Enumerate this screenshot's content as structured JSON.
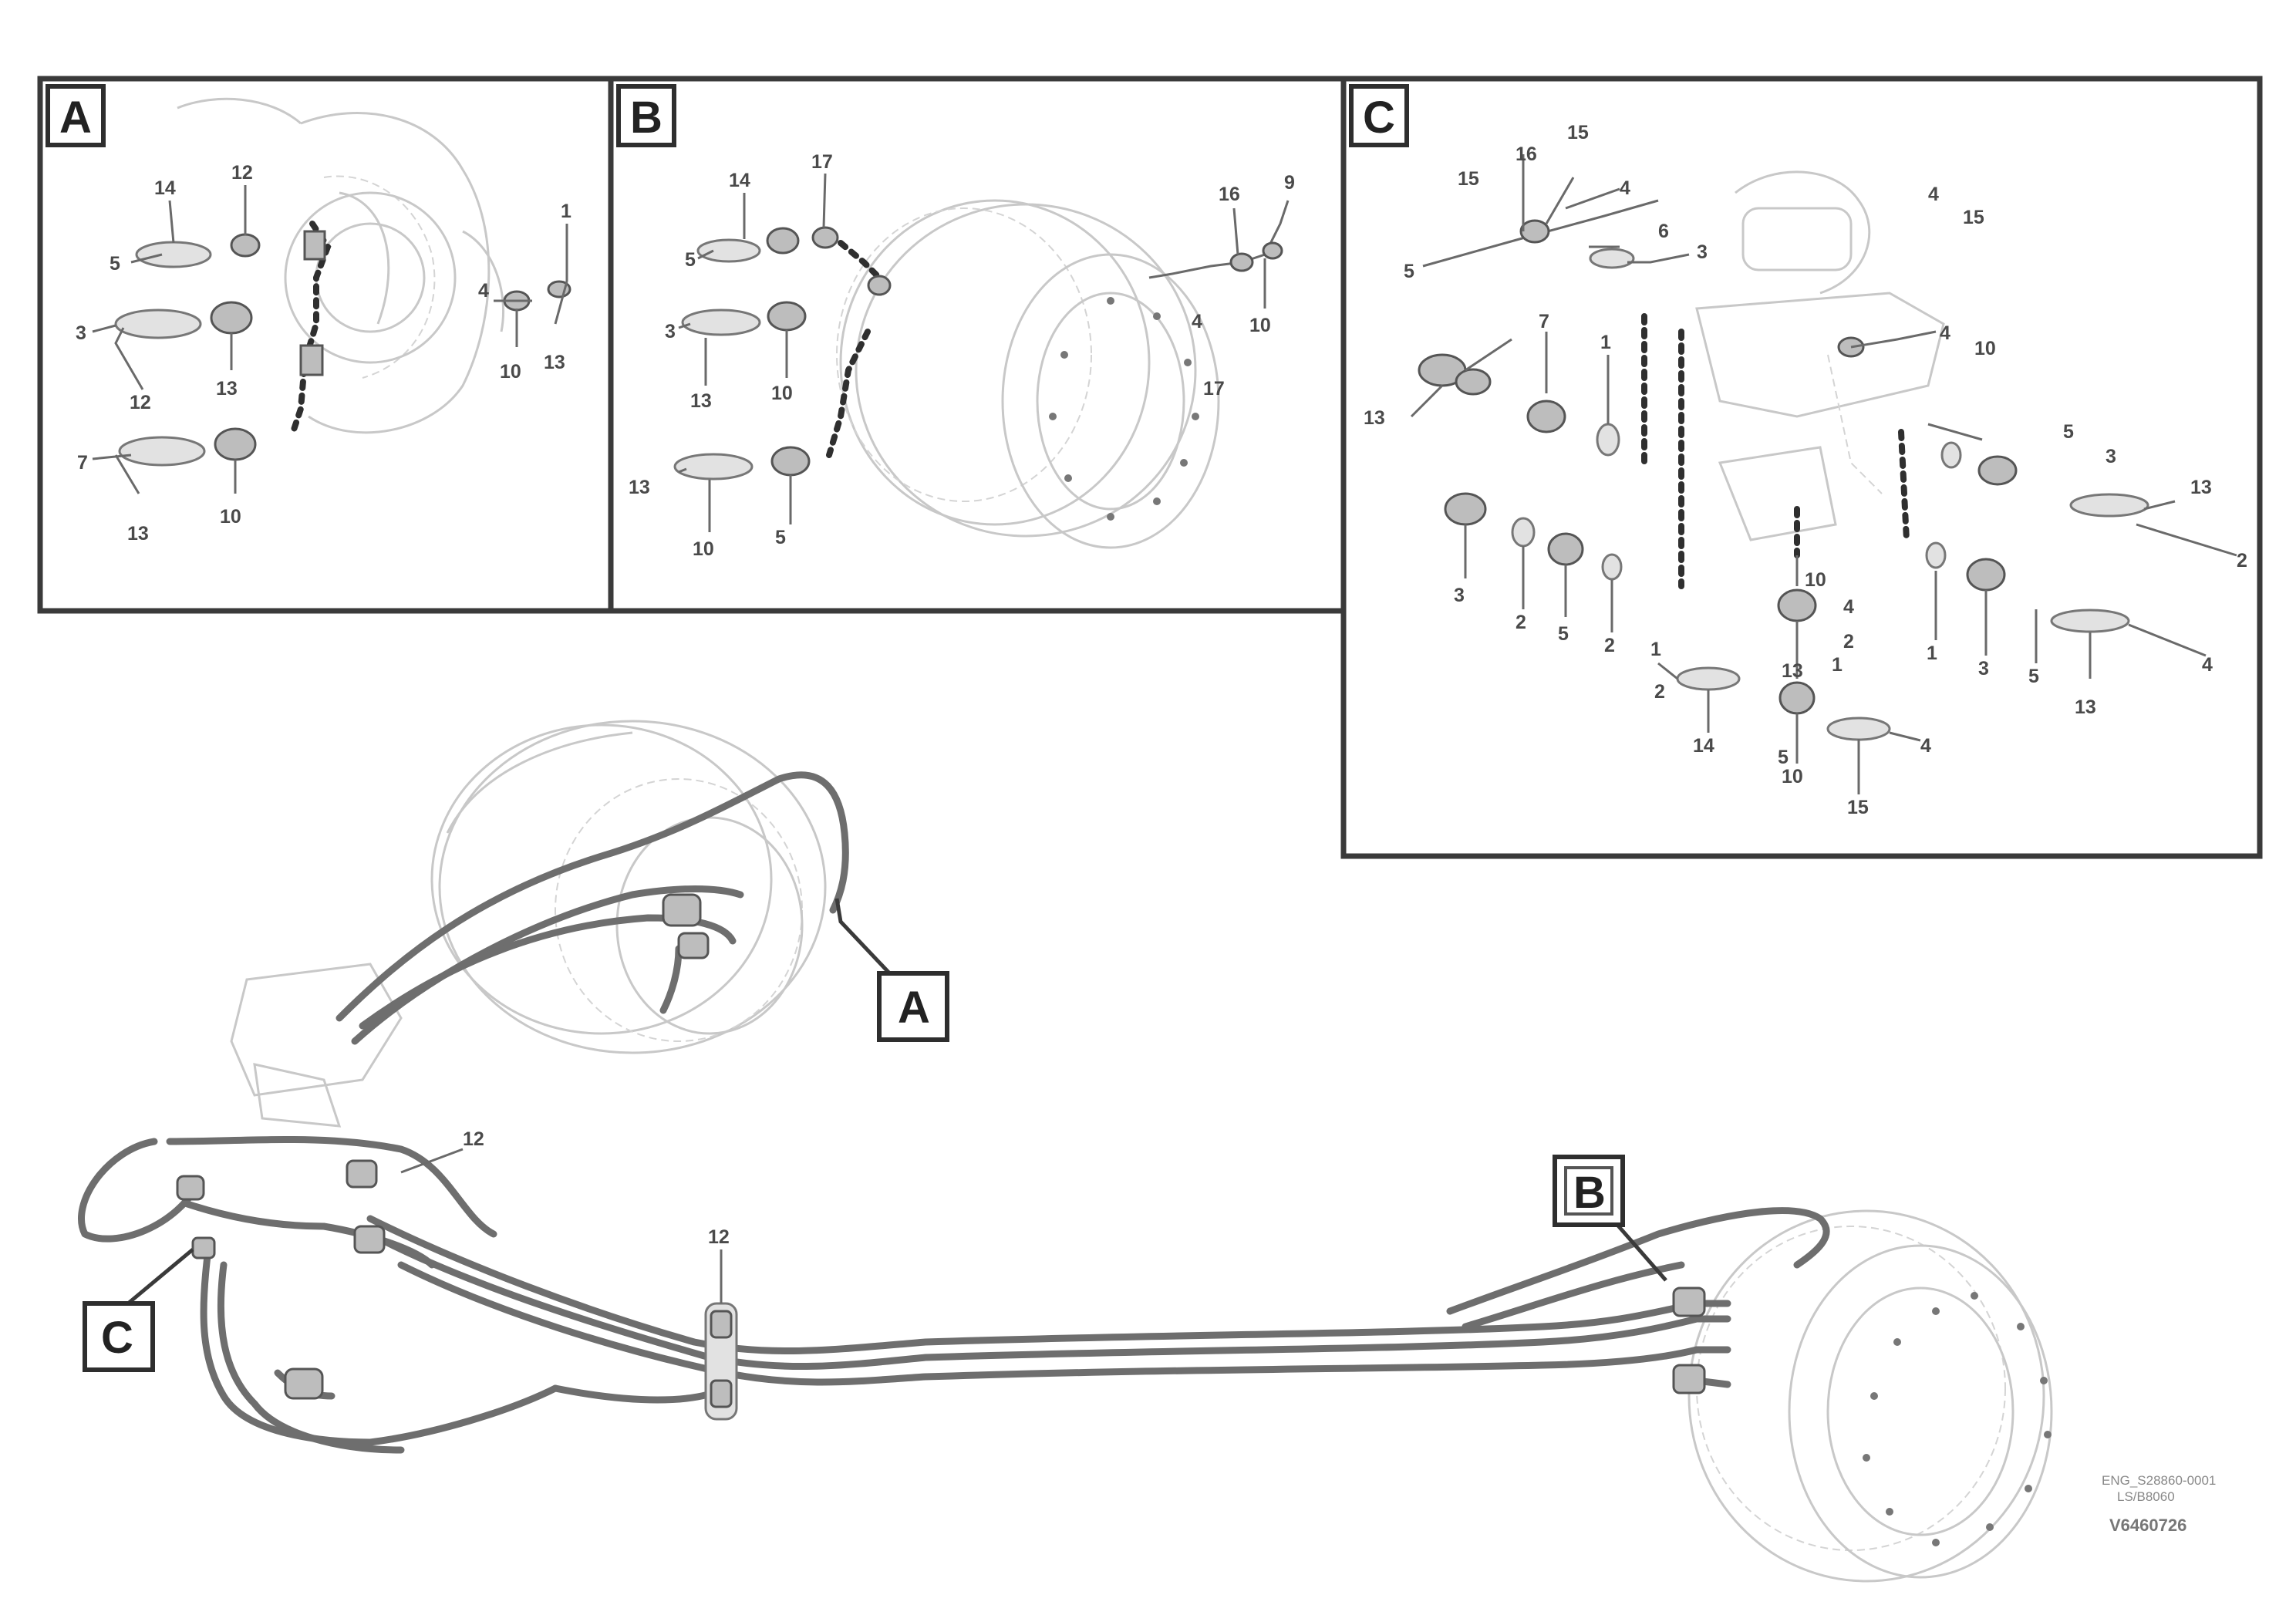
{
  "detail_views": [
    {
      "id": "A",
      "label": "A"
    },
    {
      "id": "B",
      "label": "B"
    },
    {
      "id": "C",
      "label": "C"
    }
  ],
  "callouts": [
    {
      "id": "A",
      "label": "A"
    },
    {
      "id": "B",
      "label": "B"
    },
    {
      "id": "C",
      "label": "C"
    }
  ],
  "part_numbers_view_a": [
    "14",
    "12",
    "5",
    "3",
    "1",
    "12",
    "13",
    "7",
    "10",
    "13",
    "4",
    "13",
    "10"
  ],
  "part_numbers_view_b": [
    "14",
    "17",
    "5",
    "3",
    "13",
    "10",
    "13",
    "10",
    "16",
    "9",
    "10",
    "4",
    "17",
    "5"
  ],
  "part_numbers_view_c": [
    "15",
    "16",
    "15",
    "4",
    "6",
    "3",
    "5",
    "15",
    "4",
    "10",
    "4",
    "13",
    "7",
    "1",
    "13",
    "5",
    "3",
    "2",
    "1",
    "3",
    "5",
    "4",
    "10",
    "4",
    "2",
    "13",
    "3",
    "2",
    "5",
    "2",
    "1",
    "13",
    "2",
    "1",
    "14",
    "10",
    "15",
    "4",
    "5"
  ],
  "part_numbers_main": [
    "12",
    "12"
  ],
  "stamp": {
    "line1": "ENG_S28860-0001",
    "line2": "LS/B8060",
    "code": "V6460726"
  }
}
